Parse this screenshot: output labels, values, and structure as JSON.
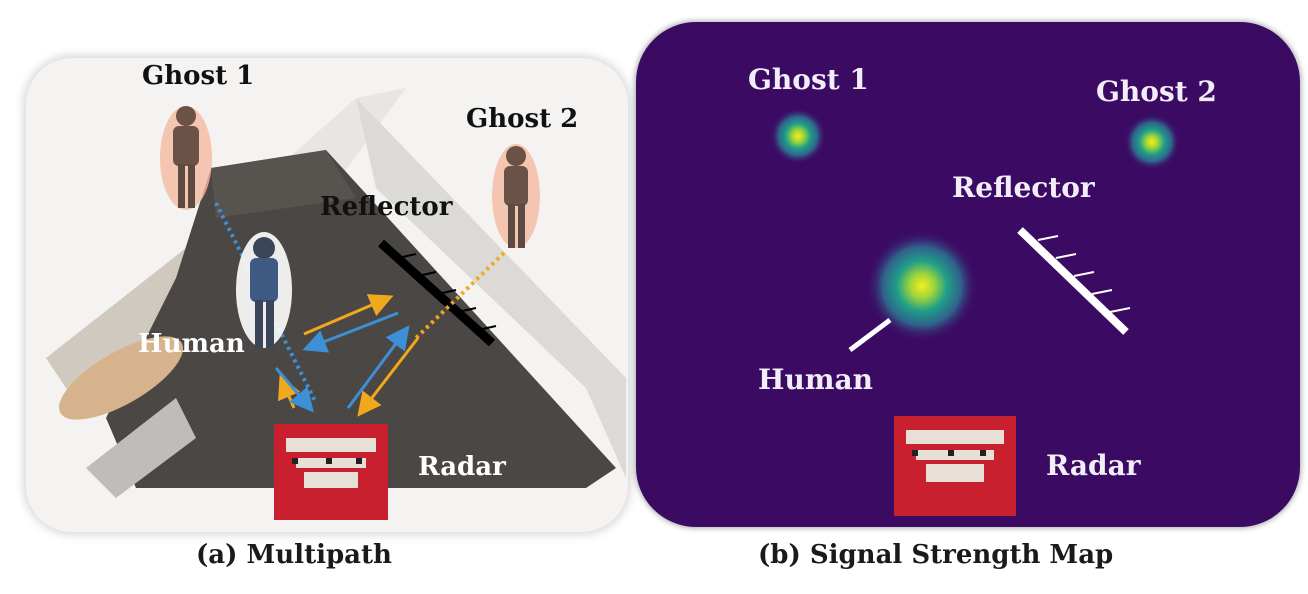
{
  "panel_a": {
    "labels": {
      "ghost1": "Ghost 1",
      "ghost2": "Ghost 2",
      "reflector": "Reflector",
      "human": "Human",
      "radar": "Radar"
    },
    "caption": "(a) Multipath"
  },
  "panel_b": {
    "labels": {
      "ghost1": "Ghost 1",
      "ghost2": "Ghost 2",
      "reflector": "Reflector",
      "human": "Human",
      "radar": "Radar"
    },
    "caption": "(b) Signal Strength Map"
  },
  "colors": {
    "map_background": "#3b0b63",
    "signal_peak": "#e8e81a",
    "path_blue": "#3d8fd6",
    "path_orange": "#f2a81d",
    "radar_board": "#c9202f"
  }
}
